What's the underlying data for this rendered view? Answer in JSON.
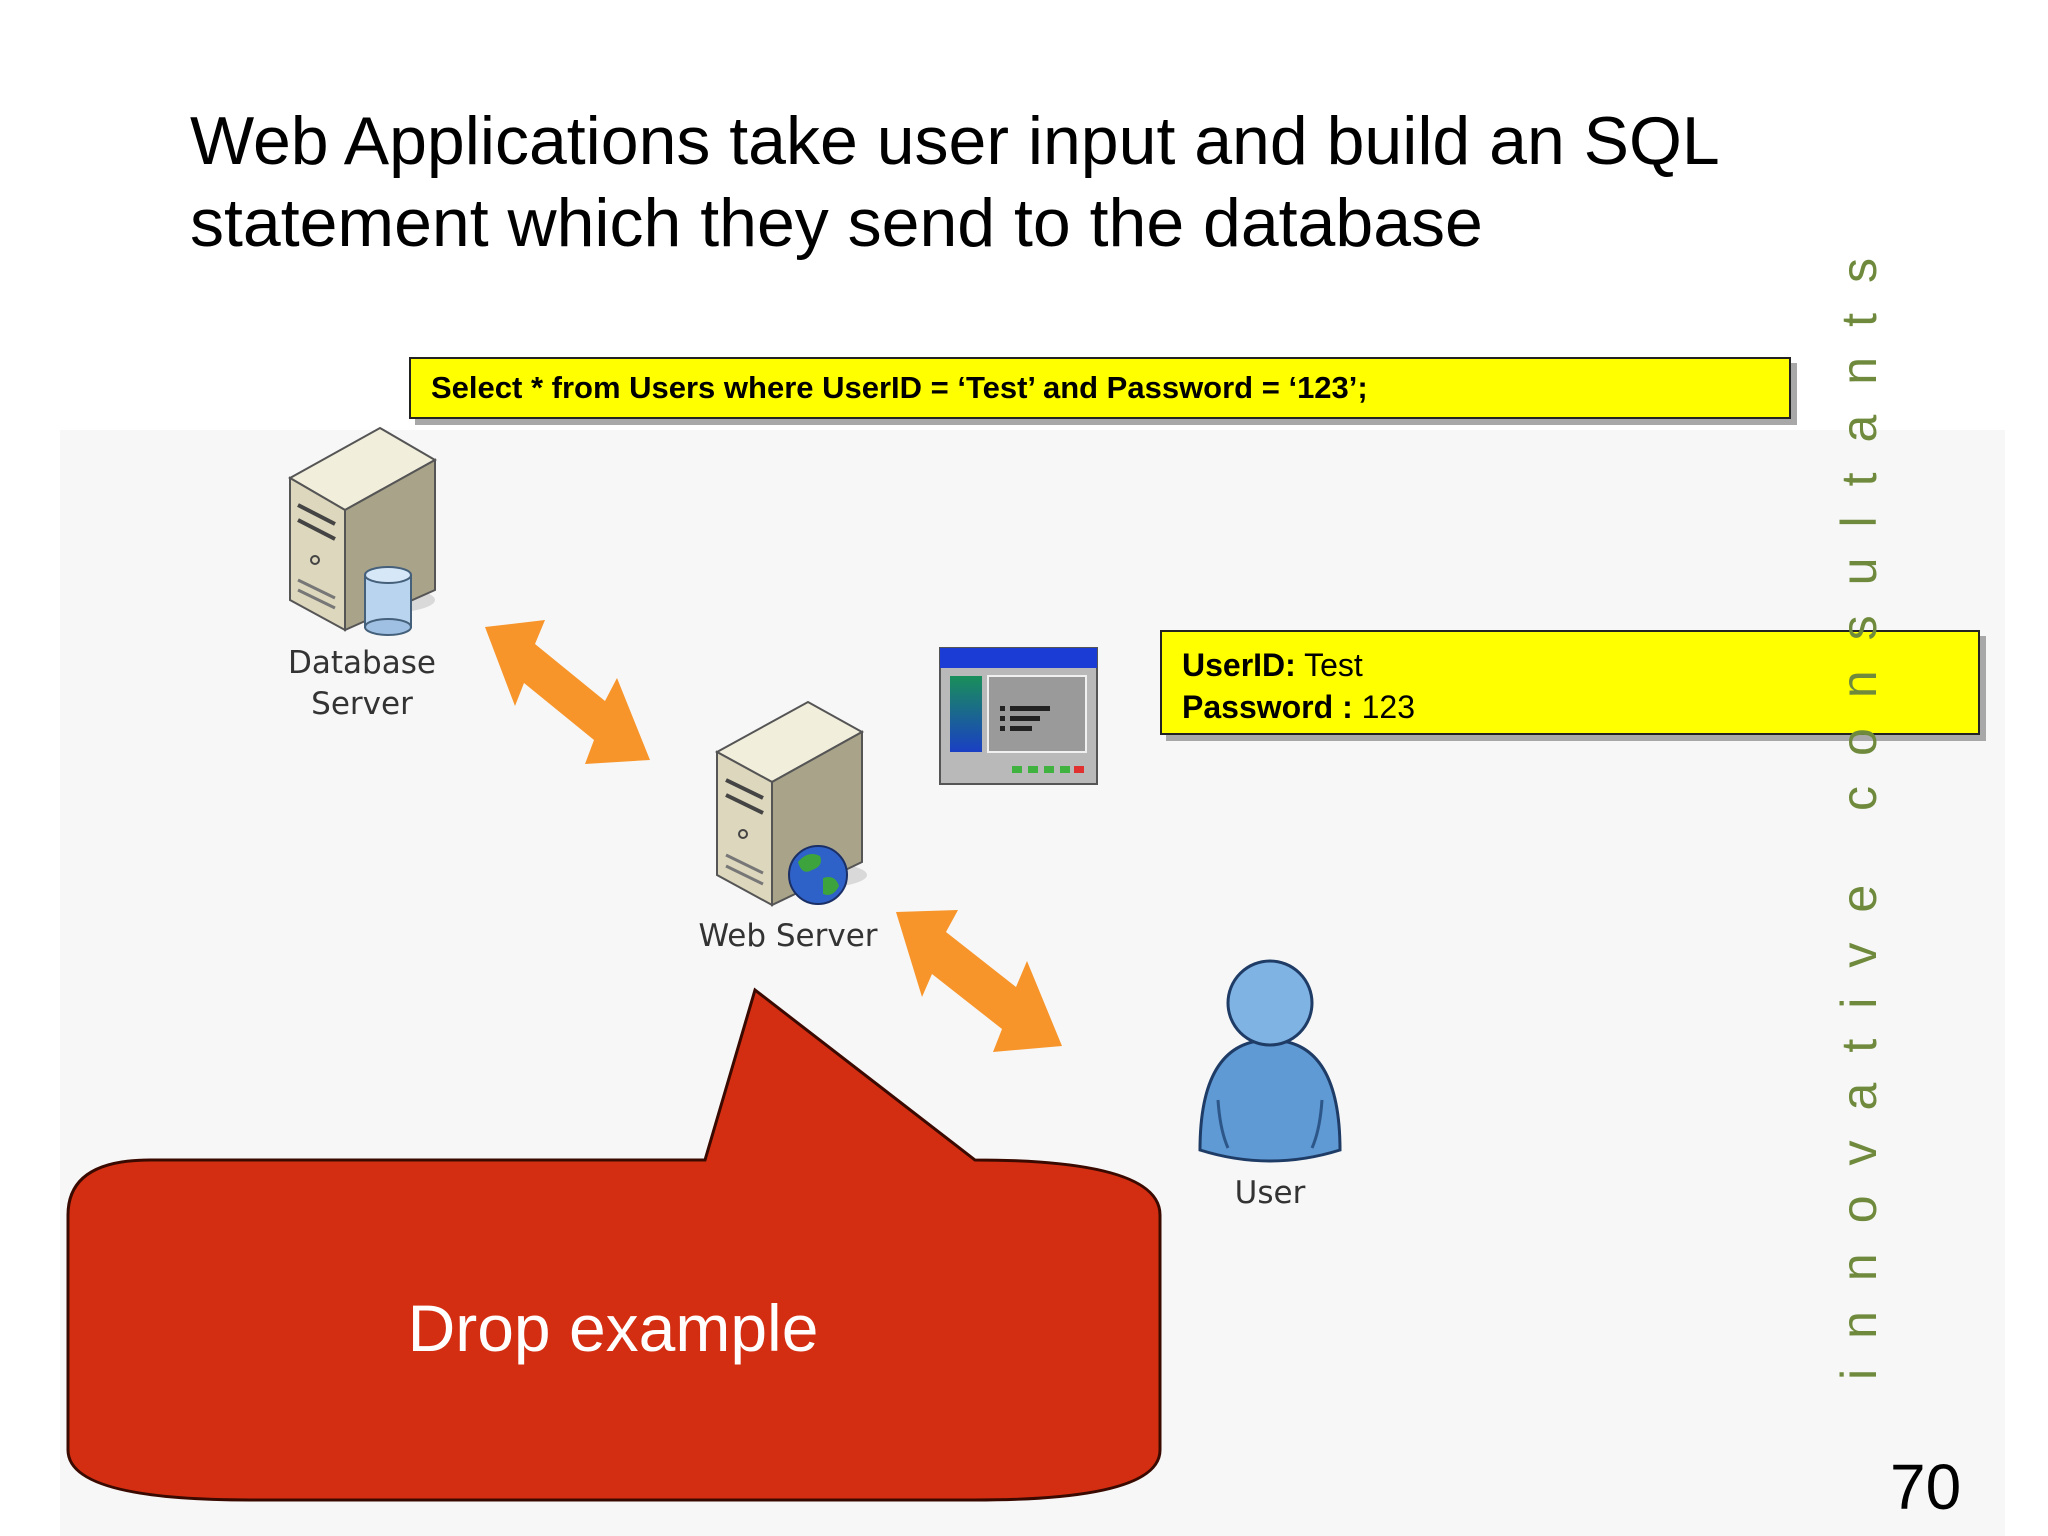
{
  "slide": {
    "title_lines": [
      "Web Applications take user input and build an SQL",
      "statement which they send to the database"
    ],
    "sql_statement": "Select * from Users where UserID = ‘Test’ and Password = ‘123’;",
    "credentials": {
      "userid_label": "UserID:",
      "userid_value": " Test",
      "password_label": "Password :",
      "password_value": " 123"
    },
    "nodes": {
      "database_server": [
        "Database",
        "Server"
      ],
      "web_server": "Web Server",
      "user": "User"
    },
    "callout": "Drop example",
    "vertical_brand": "innovative consultants",
    "page_number": "70",
    "colors": {
      "highlight": "#ffff00",
      "arrow": "#f7952b",
      "callout": "#d42e12",
      "brand_text": "#6f8a3c"
    },
    "icons": [
      "database-server-icon",
      "web-server-icon",
      "browser-window-icon",
      "user-icon"
    ]
  }
}
